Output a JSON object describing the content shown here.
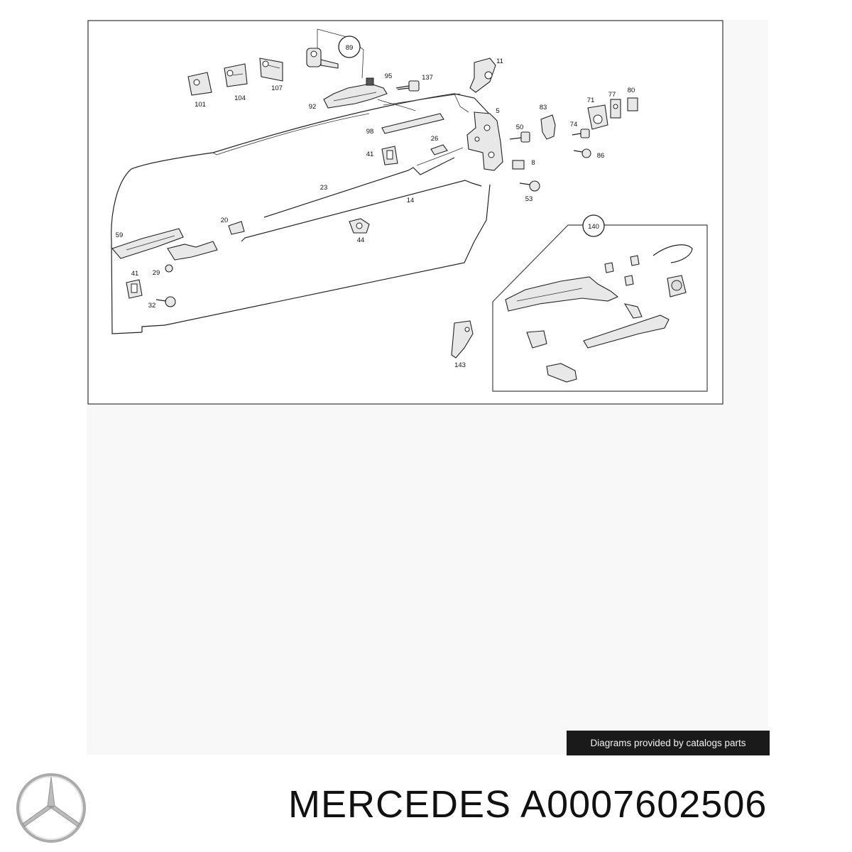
{
  "diagram": {
    "callouts": [
      "89",
      "95",
      "137",
      "11",
      "101",
      "104",
      "107",
      "92",
      "5",
      "83",
      "71",
      "77",
      "80",
      "98",
      "50",
      "74",
      "86",
      "26",
      "41",
      "8",
      "53",
      "23",
      "14",
      "20",
      "44",
      "59",
      "41",
      "29",
      "32",
      "140",
      "143"
    ]
  },
  "credit": "Diagrams provided by catalogs parts",
  "title": "MERCEDES A0007602506",
  "icons": {
    "logo": "mercedes-star-icon"
  },
  "colors": {
    "badge_bg": "#1a1a1a",
    "badge_text": "#f2f2f2",
    "frame": "#444444"
  }
}
